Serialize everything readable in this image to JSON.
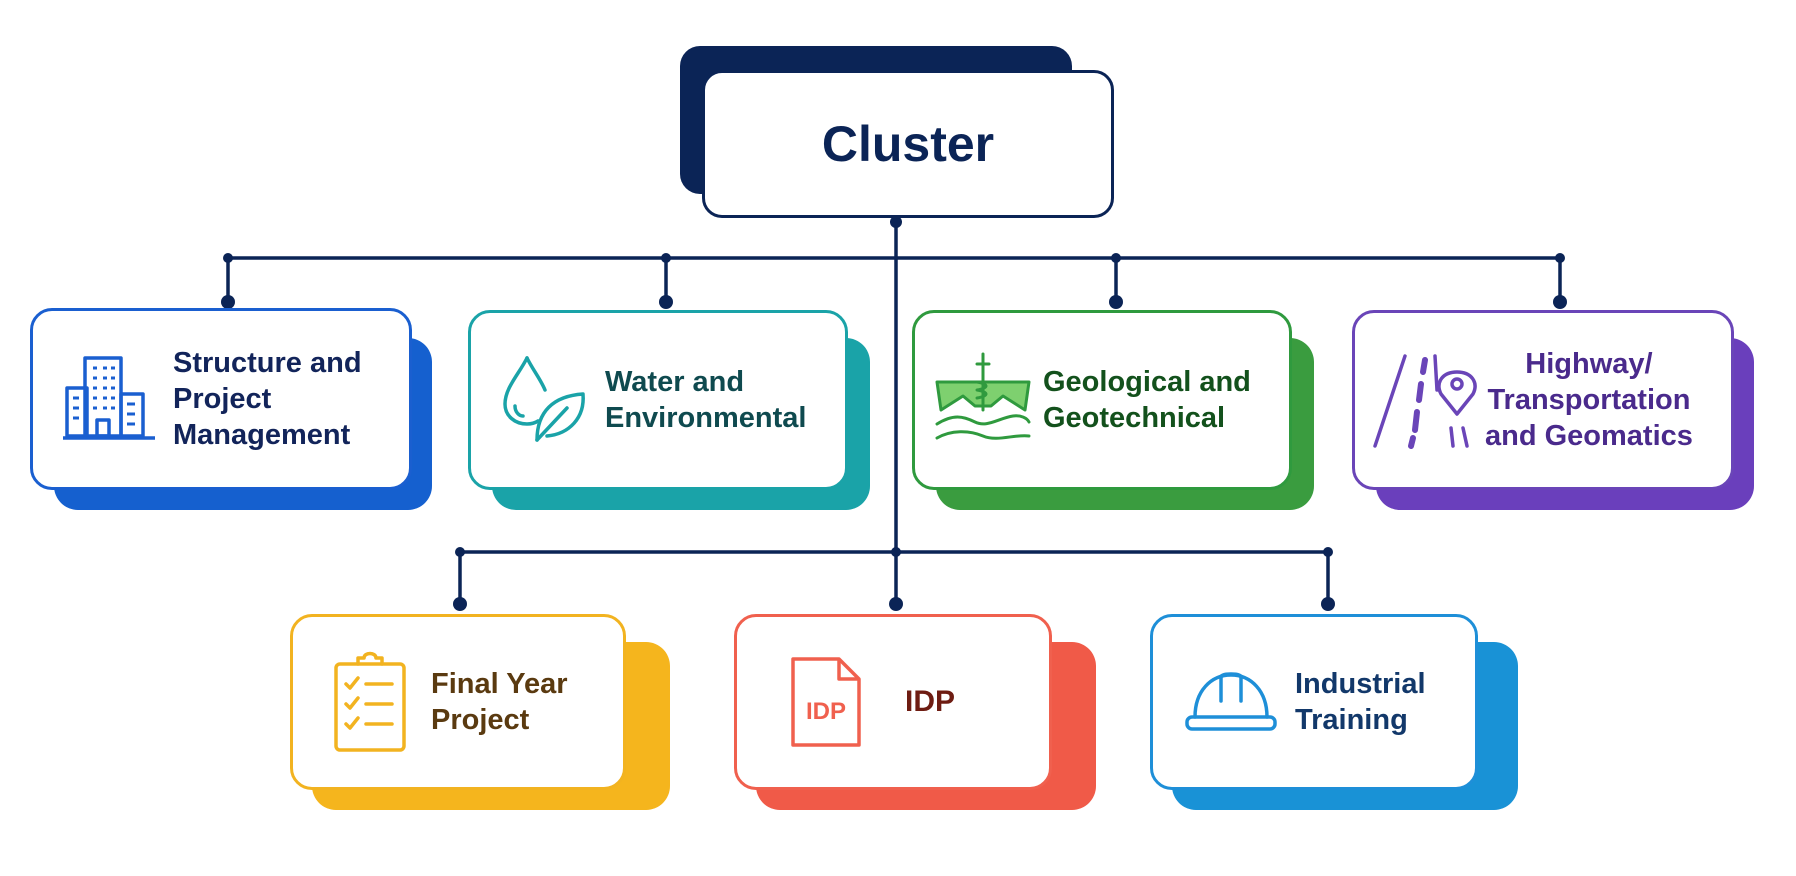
{
  "root": {
    "label": "Cluster",
    "color": "#0b2456"
  },
  "row1": [
    {
      "id": "structure",
      "label": "Structure and\nProject\nManagement",
      "icon": "building-icon",
      "border": "#1a5fd0",
      "shadow": "#1560cf",
      "text": "#12245a"
    },
    {
      "id": "water",
      "label": "Water and\nEnvironmental",
      "icon": "water-leaf-icon",
      "border": "#1aa3a8",
      "shadow": "#1aa3a8",
      "text": "#0f4a4f"
    },
    {
      "id": "geo",
      "label": "Geological and\nGeotechnical",
      "icon": "drill-terrain-icon",
      "border": "#2f9a3e",
      "shadow": "#3a9c3f",
      "text": "#13511c"
    },
    {
      "id": "highway",
      "label": "Highway/\nTransportation\nand Geomatics",
      "icon": "road-pin-icon",
      "border": "#6a45b8",
      "shadow": "#6a3fbc",
      "text": "#4a2a8c"
    }
  ],
  "row2": [
    {
      "id": "fyp",
      "label": "Final Year\nProject",
      "icon": "clipboard-checklist-icon",
      "border": "#f2b320",
      "shadow": "#f5b51d",
      "text": "#5a3a10"
    },
    {
      "id": "idp",
      "label": "IDP",
      "icon": "idp-document-icon",
      "icon_text": "IDP",
      "border": "#f0604e",
      "shadow": "#f05a48",
      "text": "#6e1c12"
    },
    {
      "id": "training",
      "label": "Industrial\nTraining",
      "icon": "hard-hat-icon",
      "border": "#1e8fd8",
      "shadow": "#1992d6",
      "text": "#12386a"
    }
  ]
}
